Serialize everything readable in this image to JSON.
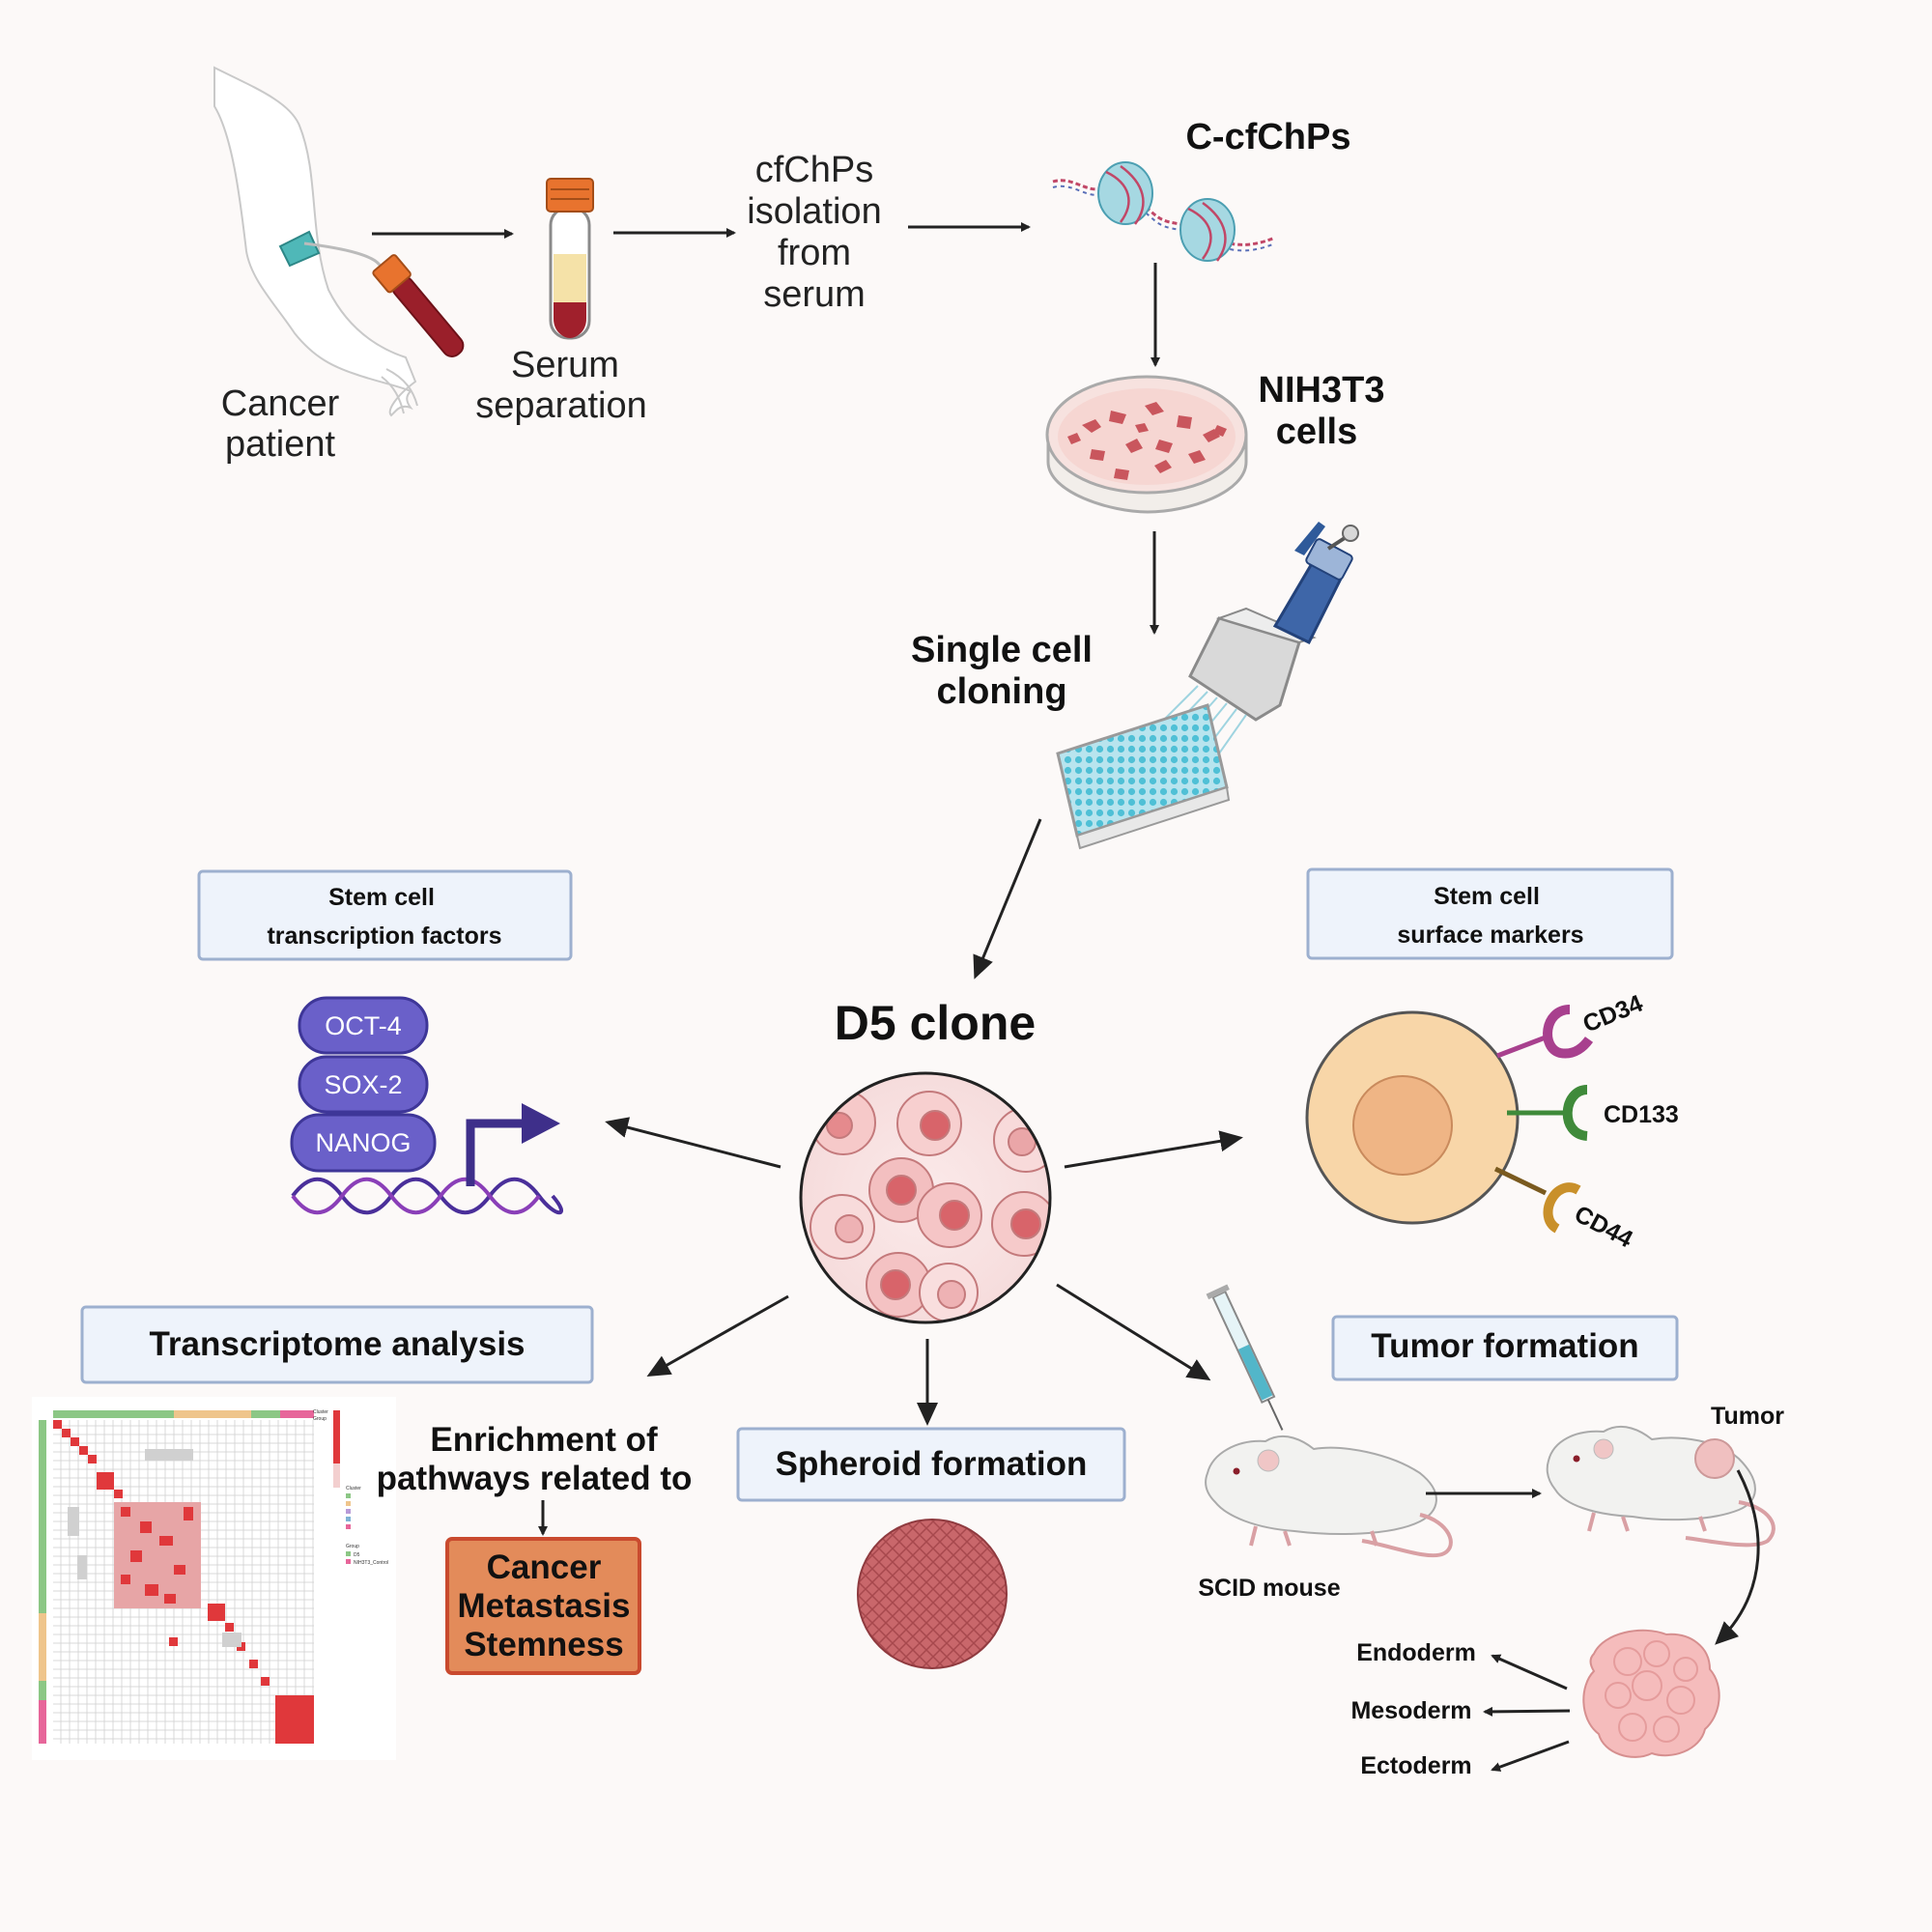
{
  "labels": {
    "cancer_patient_1": "Cancer",
    "cancer_patient_2": "patient",
    "serum_sep_1": "Serum",
    "serum_sep_2": "separation",
    "cfchps_1": "cfChPs",
    "cfchps_2": "isolation",
    "cfchps_3": "from",
    "cfchps_4": "serum",
    "c_cfchps": "C-cfChPs",
    "nih_1": "NIH3T3",
    "nih_2": "cells",
    "single_1": "Single cell",
    "single_2": "cloning",
    "d5_clone": "D5 clone",
    "tf_box_1": "Stem cell",
    "tf_box_2": "transcription factors",
    "sm_box_1": "Stem cell",
    "sm_box_2": "surface markers",
    "oct4": "OCT-4",
    "sox2": "SOX-2",
    "nanog": "NANOG",
    "cd34": "CD34",
    "cd133": "CD133",
    "cd44": "CD44",
    "transcriptome": "Transcriptome analysis",
    "enrich_1": "Enrichment of",
    "enrich_2": "pathways related to",
    "outcome_1": "Cancer",
    "outcome_2": "Metastasis",
    "outcome_3": "Stemness",
    "spheroid": "Spheroid formation",
    "tumor_formation": "Tumor formation",
    "scid": "SCID mouse",
    "tumor": "Tumor",
    "endoderm": "Endoderm",
    "mesoderm": "Mesoderm",
    "ectoderm": "Ectoderm",
    "heatmap_legend_1": "Cluster",
    "heatmap_legend_2": "Group",
    "heatmap_legend_cluster": "Cluster",
    "heatmap_legend_group": "Group",
    "heatmap_legend_d5": "D5",
    "heatmap_legend_ctrl": "NIH3T3_Control"
  },
  "colors": {
    "background": "#fcf9f8",
    "box_fill": "#eef3fb",
    "box_stroke": "#9db0cf",
    "transcription_factor": "#6a60c9",
    "outcome_box": "#e38b5a",
    "cell_body": "#f8d6a8",
    "cell_nucleus": "#efb585",
    "cd34": "#a8408e",
    "cd133": "#3f8a3a",
    "cd44": "#c9902a",
    "heatmap_high": "#e0383b"
  },
  "icons": [
    "arm-icon",
    "blood-tube-icon",
    "chromatin-icon",
    "petri-dish-icon",
    "pipette-icon",
    "well-plate-icon",
    "clone-cells-icon",
    "dna-icon",
    "promoter-arrow-icon",
    "stem-cell-icon",
    "heatmap-icon",
    "spheroid-icon",
    "syringe-icon",
    "mouse-icon",
    "tumor-icon"
  ]
}
